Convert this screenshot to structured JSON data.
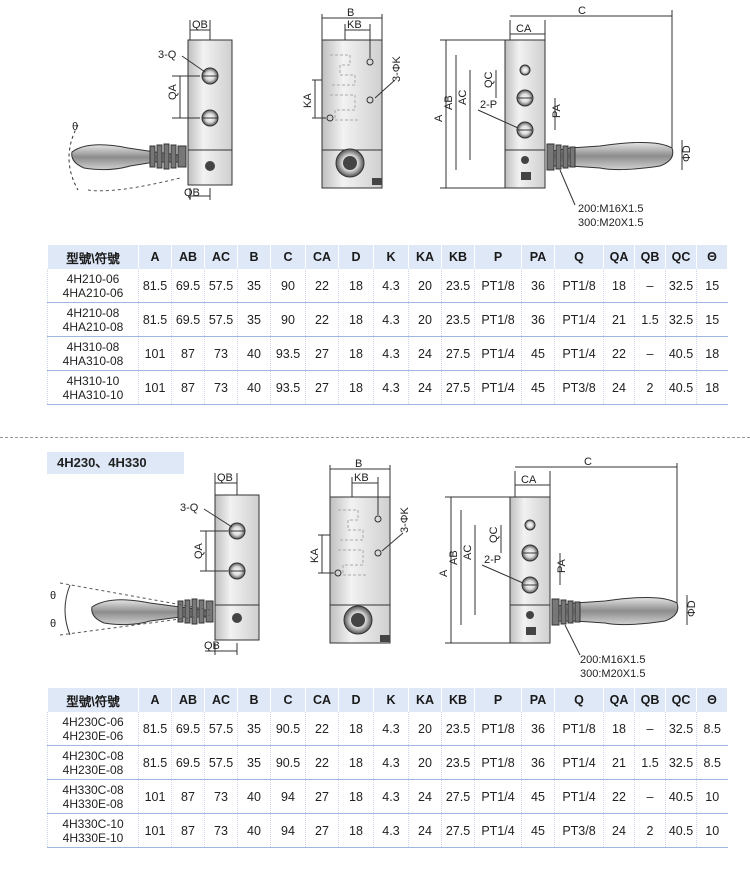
{
  "section1": {
    "diagram": {
      "labels": {
        "QB": "QB",
        "Q": "3-Q",
        "QA": "QA",
        "theta": "θ",
        "B": "B",
        "KB": "KB",
        "K": "3-ΦK",
        "KA": "KA",
        "CA": "CA",
        "C": "C",
        "A": "A",
        "AB": "AB",
        "AC": "AC",
        "QC": "QC",
        "P": "2-P",
        "PA": "PA",
        "D": "ΦD",
        "thread1": "200:M16X1.5",
        "thread2": "300:M20X1.5"
      }
    },
    "table": {
      "headers": [
        "型號\\符號",
        "A",
        "AB",
        "AC",
        "B",
        "C",
        "CA",
        "D",
        "K",
        "KA",
        "KB",
        "P",
        "PA",
        "Q",
        "QA",
        "QB",
        "QC",
        "Θ"
      ],
      "rows": [
        {
          "model1": "4H210-06",
          "model2": "4HA210-06",
          "cells": [
            "81.5",
            "69.5",
            "57.5",
            "35",
            "90",
            "22",
            "18",
            "4.3",
            "20",
            "23.5",
            "PT1/8",
            "36",
            "PT1/8",
            "18",
            "–",
            "32.5",
            "15"
          ]
        },
        {
          "model1": "4H210-08",
          "model2": "4HA210-08",
          "cells": [
            "81.5",
            "69.5",
            "57.5",
            "35",
            "90",
            "22",
            "18",
            "4.3",
            "20",
            "23.5",
            "PT1/8",
            "36",
            "PT1/4",
            "21",
            "1.5",
            "32.5",
            "15"
          ]
        },
        {
          "model1": "4H310-08",
          "model2": "4HA310-08",
          "cells": [
            "101",
            "87",
            "73",
            "40",
            "93.5",
            "27",
            "18",
            "4.3",
            "24",
            "27.5",
            "PT1/4",
            "45",
            "PT1/4",
            "22",
            "–",
            "40.5",
            "18"
          ]
        },
        {
          "model1": "4H310-10",
          "model2": "4HA310-10",
          "cells": [
            "101",
            "87",
            "73",
            "40",
            "93.5",
            "27",
            "18",
            "4.3",
            "24",
            "27.5",
            "PT1/4",
            "45",
            "PT3/8",
            "24",
            "2",
            "40.5",
            "18"
          ]
        }
      ]
    }
  },
  "section2": {
    "title": "4H230、4H330",
    "diagram": {
      "labels": {
        "QB": "QB",
        "Q": "3-Q",
        "QA": "QA",
        "theta": "θ",
        "B": "B",
        "KB": "KB",
        "K": "3-ΦK",
        "KA": "KA",
        "CA": "CA",
        "C": "C",
        "A": "A",
        "AB": "AB",
        "AC": "AC",
        "QC": "QC",
        "P": "2-P",
        "PA": "PA",
        "D": "ΦD",
        "thread1": "200:M16X1.5",
        "thread2": "300:M20X1.5"
      }
    },
    "table": {
      "headers": [
        "型號\\符號",
        "A",
        "AB",
        "AC",
        "B",
        "C",
        "CA",
        "D",
        "K",
        "KA",
        "KB",
        "P",
        "PA",
        "Q",
        "QA",
        "QB",
        "QC",
        "Θ"
      ],
      "rows": [
        {
          "model1": "4H230C-06",
          "model2": "4H230E-06",
          "cells": [
            "81.5",
            "69.5",
            "57.5",
            "35",
            "90.5",
            "22",
            "18",
            "4.3",
            "20",
            "23.5",
            "PT1/8",
            "36",
            "PT1/8",
            "18",
            "–",
            "32.5",
            "8.5"
          ]
        },
        {
          "model1": "4H230C-08",
          "model2": "4H230E-08",
          "cells": [
            "81.5",
            "69.5",
            "57.5",
            "35",
            "90.5",
            "22",
            "18",
            "4.3",
            "20",
            "23.5",
            "PT1/8",
            "36",
            "PT1/4",
            "21",
            "1.5",
            "32.5",
            "8.5"
          ]
        },
        {
          "model1": "4H330C-08",
          "model2": "4H330E-08",
          "cells": [
            "101",
            "87",
            "73",
            "40",
            "94",
            "27",
            "18",
            "4.3",
            "24",
            "27.5",
            "PT1/4",
            "45",
            "PT1/4",
            "22",
            "–",
            "40.5",
            "10"
          ]
        },
        {
          "model1": "4H330C-10",
          "model2": "4H330E-10",
          "cells": [
            "101",
            "87",
            "73",
            "40",
            "94",
            "27",
            "18",
            "4.3",
            "24",
            "27.5",
            "PT1/4",
            "45",
            "PT3/8",
            "24",
            "2",
            "40.5",
            "10"
          ]
        }
      ]
    }
  }
}
